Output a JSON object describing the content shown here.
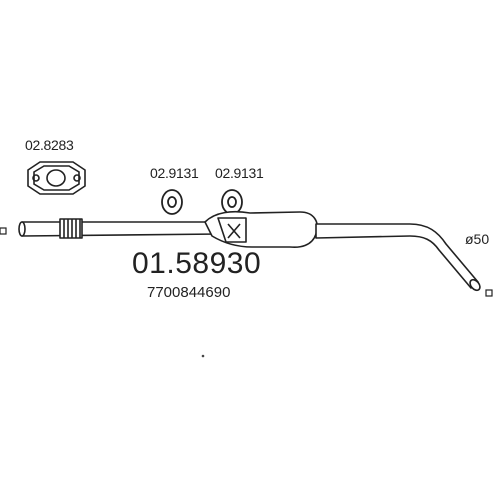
{
  "labels": {
    "gasket": "02.8283",
    "rubber_mount_1": "02.9131",
    "rubber_mount_2": "02.9131",
    "main_part_number": "01.58930",
    "oem_number": "7700844690",
    "pipe_diameter": "ø50"
  },
  "colors": {
    "line": "#222222",
    "fill": "#ffffff"
  },
  "icons": [
    "gasket-icon",
    "rubber-mount-icon",
    "muffler-icon",
    "flex-joint-icon"
  ]
}
